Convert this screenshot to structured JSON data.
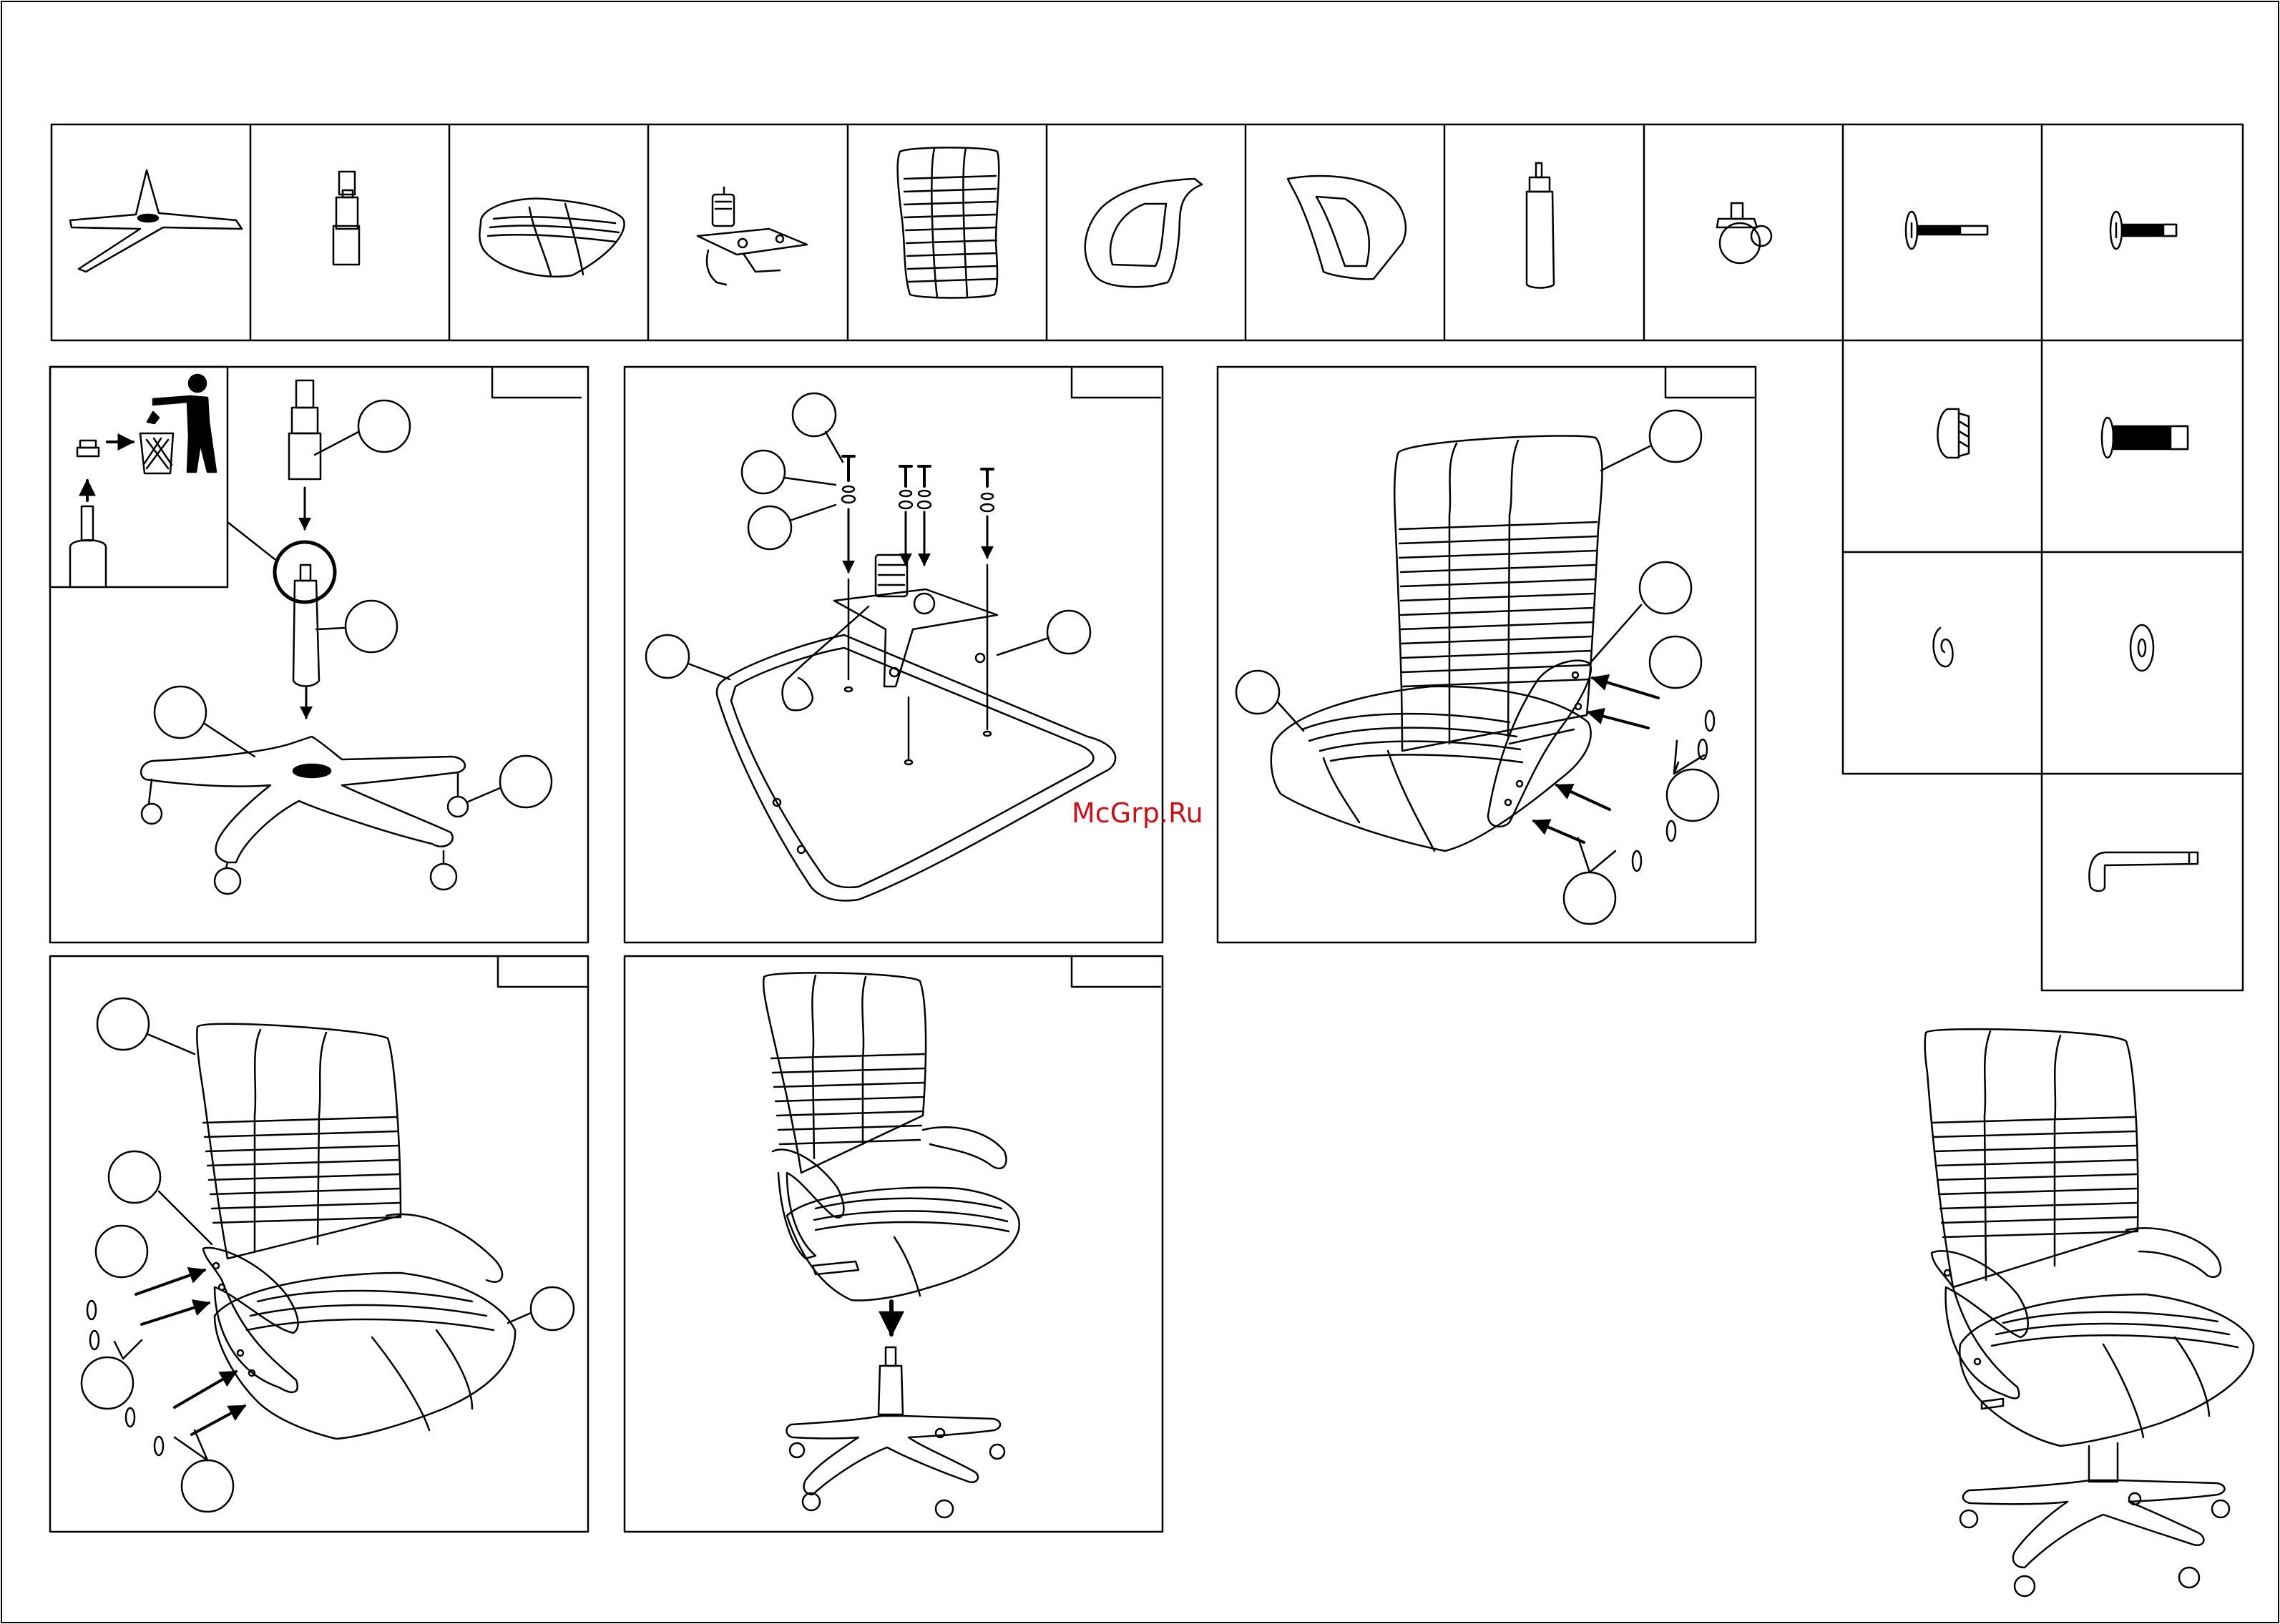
{
  "document": {
    "watermark": "McGrp.Ru",
    "ink_color": "#000000",
    "watermark_color": "#c0141c"
  },
  "parts": [
    {
      "name": "star-base"
    },
    {
      "name": "gas-lift-cover"
    },
    {
      "name": "seat-cushion"
    },
    {
      "name": "tilt-mechanism"
    },
    {
      "name": "backrest"
    },
    {
      "name": "armrest-left"
    },
    {
      "name": "armrest-right"
    },
    {
      "name": "gas-lift"
    },
    {
      "name": "caster"
    },
    {
      "name": "bolt-long"
    },
    {
      "name": "bolt-short"
    },
    {
      "name": "plastic-cap"
    },
    {
      "name": "bolt-large"
    },
    {
      "name": "spring-washer"
    },
    {
      "name": "flat-washer"
    },
    {
      "name": "hex-key"
    }
  ],
  "steps": [
    {
      "name": "step-1-base-gas-lift"
    },
    {
      "name": "step-2-mechanism-to-seat"
    },
    {
      "name": "step-3-armrest-to-seat"
    },
    {
      "name": "step-4-second-armrest"
    },
    {
      "name": "step-5-seat-onto-base"
    }
  ]
}
